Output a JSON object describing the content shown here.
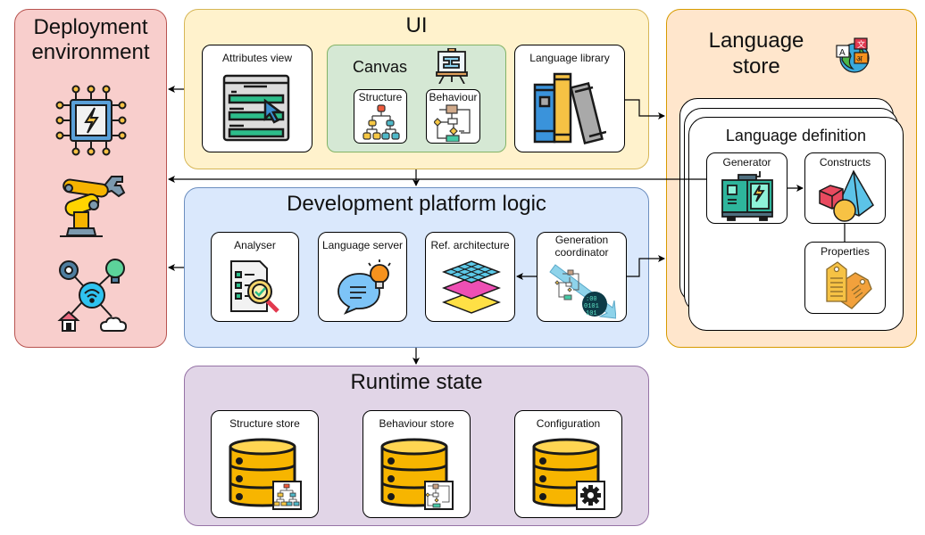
{
  "groups": {
    "deployment": {
      "title_line1": "Deployment",
      "title_line2": "environment",
      "color": "#f8cecc",
      "border": "#b85450",
      "icons": [
        "microchip-icon",
        "robot-arm-icon",
        "iot-network-icon"
      ]
    },
    "ui": {
      "title": "UI",
      "color": "#fff2cc",
      "border": "#d6b656",
      "cards": {
        "attributes_view": "Attributes view",
        "language_library": "Language library"
      },
      "canvas": {
        "title": "Canvas",
        "structure": "Structure",
        "behaviour": "Behaviour",
        "color": "#d5e8d4"
      }
    },
    "dev_platform": {
      "title": "Development platform logic",
      "color": "#dae8fc",
      "border": "#6c8ebf",
      "cards": {
        "analyser": "Analyser",
        "language_server": "Language server",
        "ref_architecture": "Ref. architecture",
        "generation_coordinator_line1": "Generation",
        "generation_coordinator_line2": "coordinator"
      }
    },
    "runtime": {
      "title": "Runtime state",
      "color": "#e1d5e7",
      "border": "#9673a6",
      "cards": {
        "structure_store": "Structure store",
        "behaviour_store": "Behaviour store",
        "configuration": "Configuration"
      }
    },
    "language_store": {
      "title_line1": "Language",
      "title_line2": "store",
      "color": "#ffe6cc",
      "border": "#d79b00",
      "definition": {
        "title": "Language definition",
        "generator": "Generator",
        "constructs": "Constructs",
        "properties": "Properties"
      }
    }
  },
  "connections": [
    {
      "from": "UI",
      "to": "Deployment environment"
    },
    {
      "from": "UI",
      "to": "Development platform logic"
    },
    {
      "from": "Language library",
      "to": "Language store"
    },
    {
      "from": "Generator",
      "to": "Deployment environment"
    },
    {
      "from": "Development platform logic",
      "to": "Deployment environment"
    },
    {
      "from": "Generation coordinator",
      "to": "Ref. architecture"
    },
    {
      "from": "Generation coordinator",
      "to": "Language store"
    },
    {
      "from": "Development platform logic",
      "to": "Runtime state"
    },
    {
      "from": "Generator",
      "to": "Constructs"
    },
    {
      "from": "Constructs",
      "to": "Properties"
    }
  ]
}
